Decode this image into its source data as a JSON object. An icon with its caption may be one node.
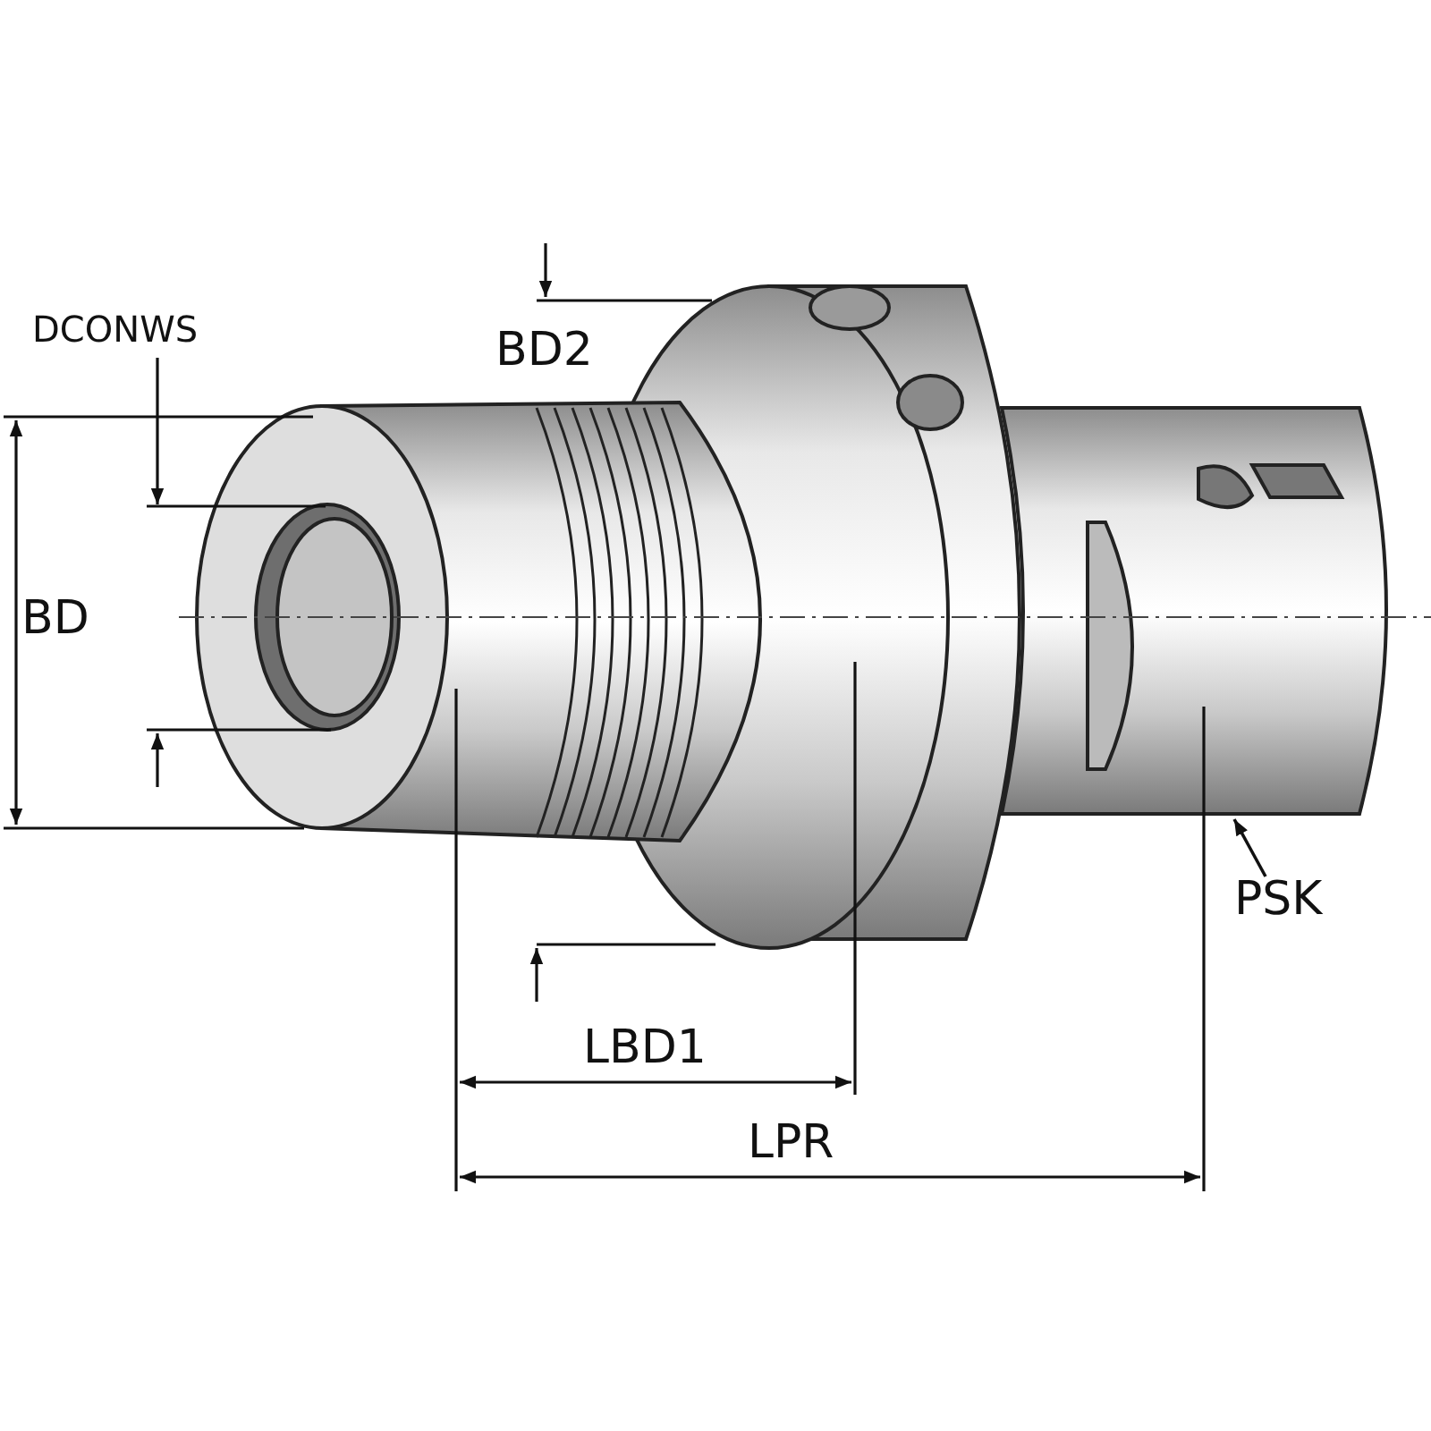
{
  "diagram": {
    "nodes": [
      {
        "text": [
          "PSK"
        ]
      },
      {
        "text": [],
        "shape": "picture"
      }
    ],
    "edges": [
      {
        "from": 0,
        "to": 1,
        "arrow": "to"
      }
    ],
    "labels": [
      "DCONWS",
      "BD2",
      "BD",
      "LBD1",
      "LPR"
    ]
  }
}
